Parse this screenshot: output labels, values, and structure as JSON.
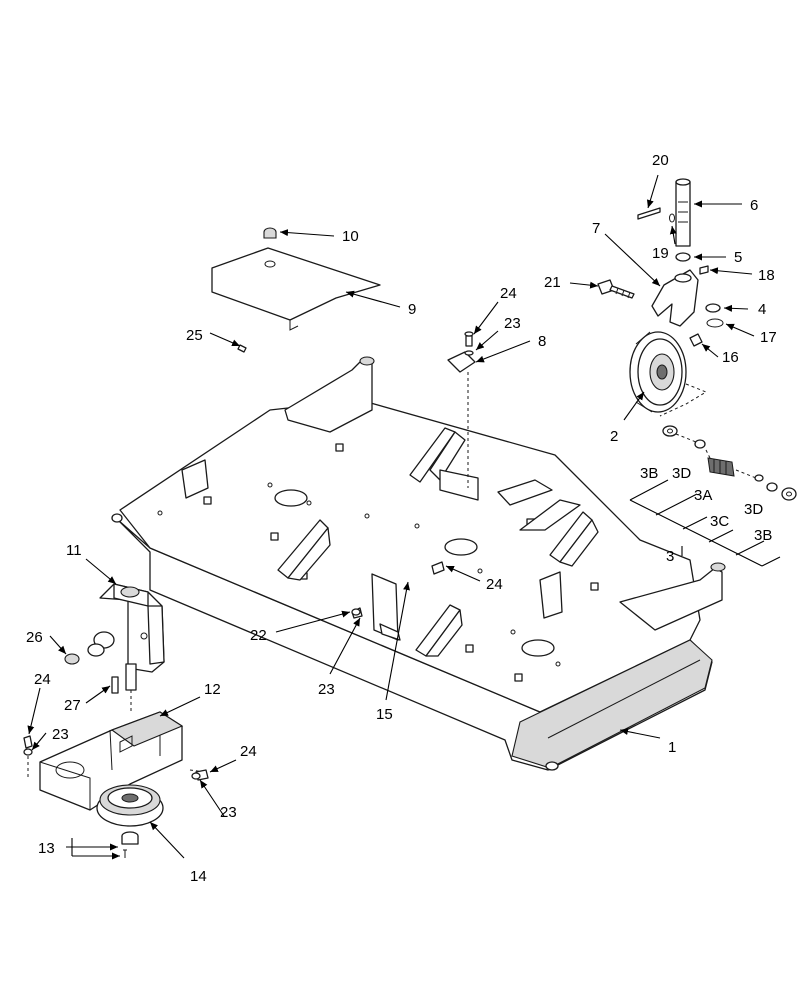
{
  "diagram": {
    "callouts": [
      {
        "id": "c1",
        "text": "1"
      },
      {
        "id": "c2",
        "text": "2"
      },
      {
        "id": "c3",
        "text": "3"
      },
      {
        "id": "c3A",
        "text": "3A"
      },
      {
        "id": "c3B_top",
        "text": "3B"
      },
      {
        "id": "c3B_bottom",
        "text": "3B"
      },
      {
        "id": "c3C",
        "text": "3C"
      },
      {
        "id": "c3D_top",
        "text": "3D"
      },
      {
        "id": "c3D_bottom",
        "text": "3D"
      },
      {
        "id": "c4",
        "text": "4"
      },
      {
        "id": "c5",
        "text": "5"
      },
      {
        "id": "c6",
        "text": "6"
      },
      {
        "id": "c7",
        "text": "7"
      },
      {
        "id": "c8",
        "text": "8"
      },
      {
        "id": "c9",
        "text": "9"
      },
      {
        "id": "c10",
        "text": "10"
      },
      {
        "id": "c11",
        "text": "11"
      },
      {
        "id": "c12",
        "text": "12"
      },
      {
        "id": "c13",
        "text": "13"
      },
      {
        "id": "c14",
        "text": "14"
      },
      {
        "id": "c15",
        "text": "15"
      },
      {
        "id": "c16",
        "text": "16"
      },
      {
        "id": "c17",
        "text": "17"
      },
      {
        "id": "c18",
        "text": "18"
      },
      {
        "id": "c19",
        "text": "19"
      },
      {
        "id": "c20",
        "text": "20"
      },
      {
        "id": "c21",
        "text": "21"
      },
      {
        "id": "c22",
        "text": "22"
      },
      {
        "id": "c23_top",
        "text": "23"
      },
      {
        "id": "c23_mid",
        "text": "23"
      },
      {
        "id": "c23_left",
        "text": "23"
      },
      {
        "id": "c23_bottom",
        "text": "23"
      },
      {
        "id": "c24_top",
        "text": "24"
      },
      {
        "id": "c24_mid",
        "text": "24"
      },
      {
        "id": "c24_left",
        "text": "24"
      },
      {
        "id": "c24_bottom",
        "text": "24"
      },
      {
        "id": "c25",
        "text": "25"
      },
      {
        "id": "c26",
        "text": "26"
      },
      {
        "id": "c27",
        "text": "27"
      }
    ]
  }
}
